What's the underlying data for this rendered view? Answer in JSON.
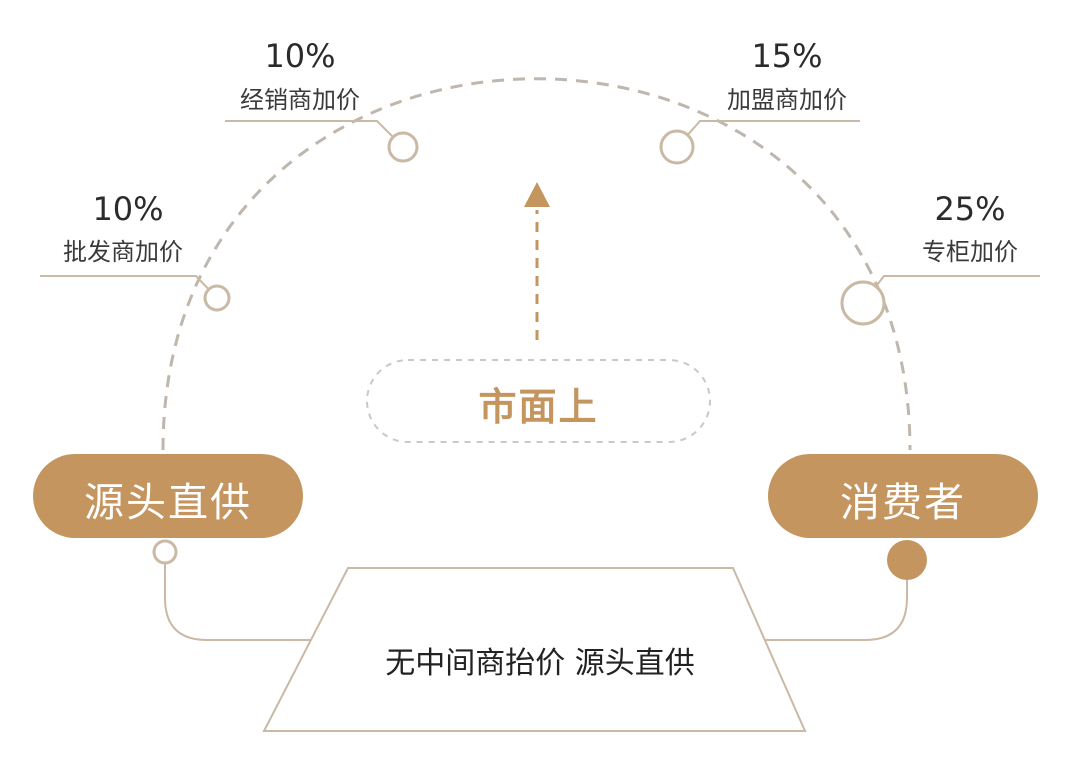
{
  "diagram": {
    "colors": {
      "accent": "#c4955f",
      "line": "#c9b9a5",
      "dashed": "#bfb6ad",
      "text": "#2b2b2b"
    },
    "nodes": [
      {
        "id": "wholesaler",
        "percent": "10%",
        "label": "批发商加价"
      },
      {
        "id": "distributor",
        "percent": "10%",
        "label": "经销商加价"
      },
      {
        "id": "franchisee",
        "percent": "15%",
        "label": "加盟商加价"
      },
      {
        "id": "counter",
        "percent": "25%",
        "label": "专柜加价"
      }
    ],
    "source_pill": "源头直供",
    "consumer_pill": "消费者",
    "market_label": "市面上",
    "bottom_label": "无中间商抬价 源头直供"
  }
}
